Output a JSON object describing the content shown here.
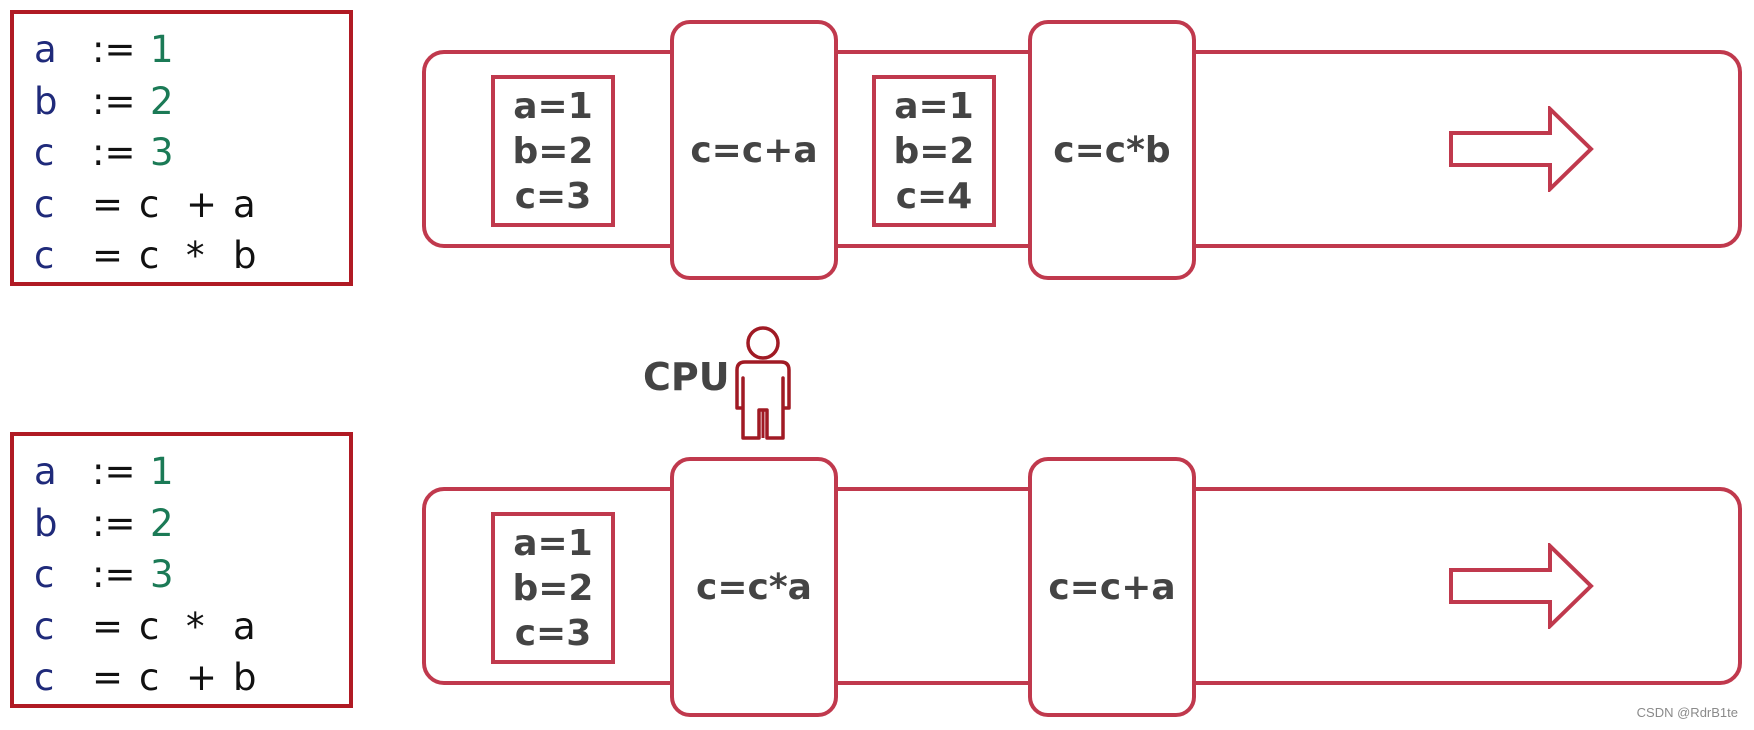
{
  "colors": {
    "code_border": "#b01a24",
    "track_border": "#c0394d",
    "variable": "#1f2a7a",
    "number": "#1b7a56",
    "operator": "#111111",
    "label": "#444444",
    "person": "#a01a24"
  },
  "programs": [
    {
      "lines": [
        {
          "var": "a",
          "op": ":=",
          "num": "1"
        },
        {
          "var": "b",
          "op": ":=",
          "num": "2"
        },
        {
          "var": "c",
          "op": ":=",
          "num": "3"
        },
        {
          "var": "c",
          "op": "=",
          "left": "c",
          "op2": "+",
          "right": "a"
        },
        {
          "var": "c",
          "op": "=",
          "left": "c",
          "op2": "*",
          "right": "b"
        }
      ]
    },
    {
      "lines": [
        {
          "var": "a",
          "op": ":=",
          "num": "1"
        },
        {
          "var": "b",
          "op": ":=",
          "num": "2"
        },
        {
          "var": "c",
          "op": ":=",
          "num": "3"
        },
        {
          "var": "c",
          "op": "=",
          "left": "c",
          "op2": "*",
          "right": "a"
        },
        {
          "var": "c",
          "op": "=",
          "left": "c",
          "op2": "+",
          "right": "b"
        }
      ]
    }
  ],
  "pipelines": [
    {
      "state1": [
        "a=1",
        "b=2",
        "c=3"
      ],
      "op1": "c=c+a",
      "state2": [
        "a=1",
        "b=2",
        "c=4"
      ],
      "op2": "c=c*b"
    },
    {
      "state1": [
        "a=1",
        "b=2",
        "c=3"
      ],
      "op1": "c=c*a",
      "op2": "c=c+a"
    }
  ],
  "cpu": {
    "label": "CPU",
    "icon": "person-icon"
  },
  "arrow_icon": "right-arrow-icon",
  "credit": "CSDN @RdrB1te"
}
